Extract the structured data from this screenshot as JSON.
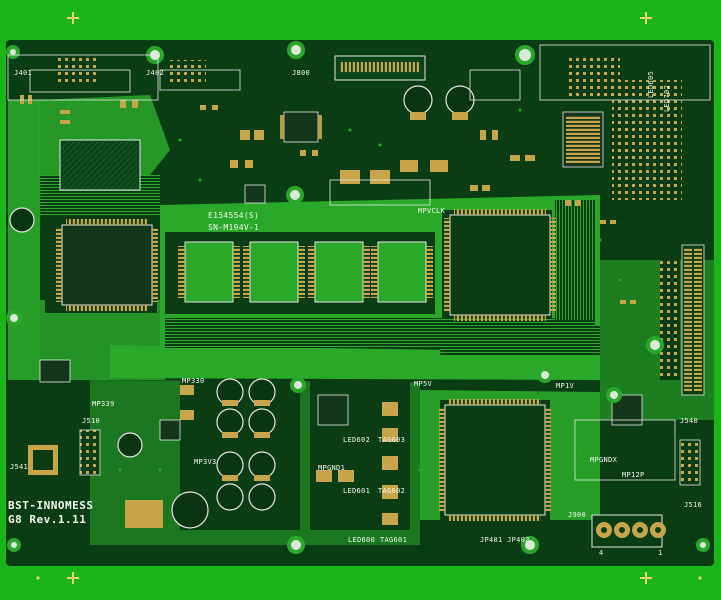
{
  "board": {
    "name_lines": [
      "BST-INNOMESS",
      "G8 Rev.1.11"
    ],
    "chip_marking_lines": [
      "E154554(S)",
      "SN-M194V-1"
    ]
  },
  "labels": [
    {
      "id": "j401",
      "text": "J401"
    },
    {
      "id": "j402",
      "text": "J402"
    },
    {
      "id": "j800",
      "text": "J800"
    },
    {
      "id": "led605",
      "text": "LED605"
    },
    {
      "id": "ledt702",
      "text": "LED702"
    },
    {
      "id": "mp330",
      "text": "MP330"
    },
    {
      "id": "mp339",
      "text": "MP339"
    },
    {
      "id": "j510",
      "text": "J510"
    },
    {
      "id": "j541",
      "text": "J541"
    },
    {
      "id": "mpgnd1",
      "text": "MPGND1"
    },
    {
      "id": "led602",
      "text": "LED602"
    },
    {
      "id": "led601",
      "text": "LED601"
    },
    {
      "id": "led600",
      "text": "LED600"
    },
    {
      "id": "tag603",
      "text": "TAG603"
    },
    {
      "id": "tag602",
      "text": "TAG602"
    },
    {
      "id": "tag601",
      "text": "TAG601"
    },
    {
      "id": "jp401",
      "text": "JP401 JP402"
    },
    {
      "id": "mpgndx",
      "text": "MPGNDX"
    },
    {
      "id": "j516",
      "text": "J516"
    },
    {
      "id": "j540",
      "text": "J540"
    },
    {
      "id": "j900",
      "text": "J900"
    },
    {
      "id": "mp12p",
      "text": "MP12P"
    },
    {
      "id": "mp3v3",
      "text": "MP3V3"
    },
    {
      "id": "mpvclk",
      "text": "MPVCLK"
    },
    {
      "id": "mp5v",
      "text": "MP5V"
    },
    {
      "id": "mp1v",
      "text": "MP1V"
    },
    {
      "id": "pin4",
      "text": "4"
    },
    {
      "id": "pin1",
      "text": "1"
    }
  ],
  "colors": {
    "board_edge": "#19b519",
    "solder_mask": "#0a3d14",
    "copper_pour": "#2aa82a",
    "pad_gold": "#c8a548",
    "silkscreen": "#f2f7ee",
    "chip_body": "#14361c"
  }
}
